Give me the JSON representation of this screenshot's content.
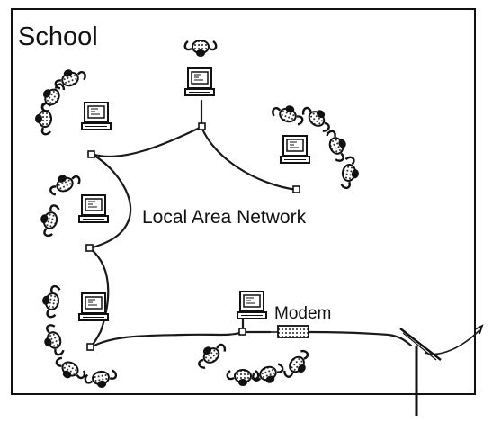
{
  "diagram": {
    "school_label": "School",
    "network_label": "Local Area Network",
    "modem_label": "Modem",
    "icons": {
      "computer": "computer-icon",
      "students": "students-group-icon",
      "modem": "modem-icon",
      "telephone_pole": "telephone-pole-icon"
    }
  }
}
